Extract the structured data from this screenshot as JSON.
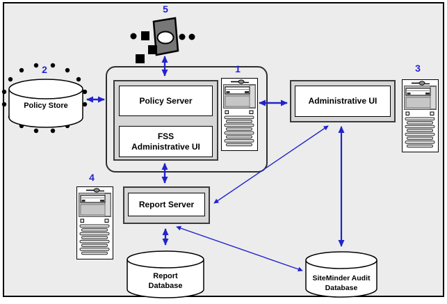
{
  "diagram": {
    "colors": {
      "background": "#ECECEC",
      "accent_blue": "#2222CC",
      "panel_gray": "#D6D6D6",
      "agent_gray": "#777777"
    },
    "icons": {
      "agent": "door-key-icon",
      "host": "server-tower-icon",
      "database": "database-cylinder-icon"
    },
    "markers": {
      "policy_server_host": "1",
      "policy_store": "2",
      "admin_ui_host": "3",
      "report_server_host": "4",
      "agent": "5"
    },
    "nodes": {
      "policy_store": {
        "label": "Policy Store"
      },
      "policy_server": {
        "label": "Policy Server"
      },
      "fss_admin_ui": {
        "line1": "FSS",
        "line2": "Administrative UI"
      },
      "admin_ui": {
        "label": "Administrative UI"
      },
      "report_server": {
        "label": "Report Server"
      },
      "report_database": {
        "line1": "Report",
        "line2": "Database"
      },
      "audit_database": {
        "line1": "SiteMinder Audit",
        "line2": "Database"
      }
    }
  }
}
